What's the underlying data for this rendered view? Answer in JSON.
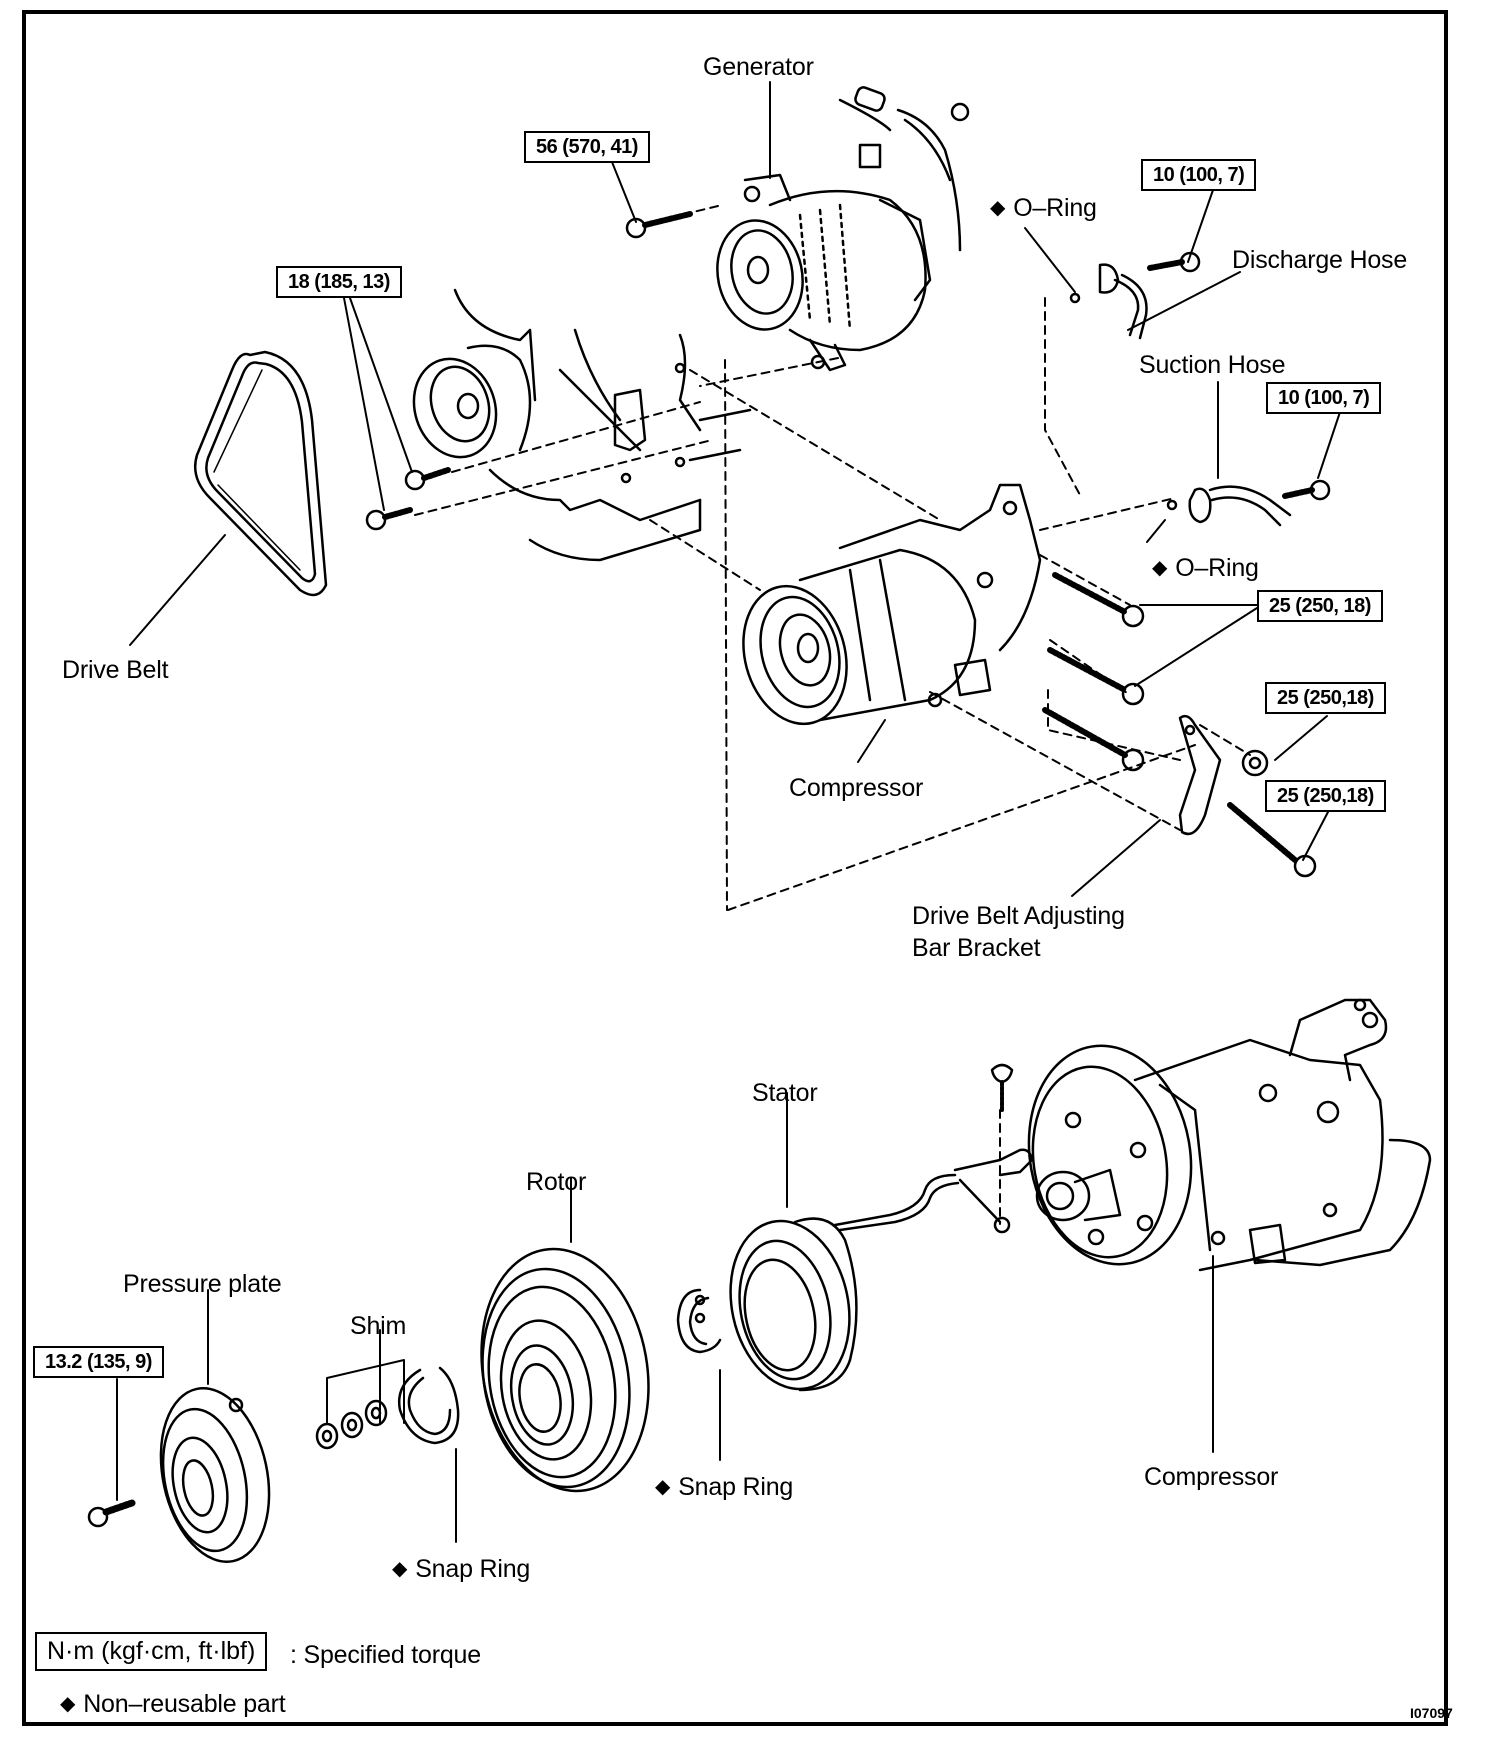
{
  "figure_id": "I07097",
  "part_labels": {
    "generator": "Generator",
    "o_ring_upper": "O–Ring",
    "discharge_hose": "Discharge Hose",
    "suction_hose": "Suction Hose",
    "o_ring_lower": "O–Ring",
    "drive_belt": "Drive Belt",
    "compressor_top": "Compressor",
    "adjusting_bracket_line1": "Drive Belt Adjusting",
    "adjusting_bracket_line2": "Bar Bracket",
    "stator": "Stator",
    "rotor": "Rotor",
    "pressure_plate": "Pressure plate",
    "shim": "Shim",
    "snap_ring_stator": "Snap Ring",
    "snap_ring_shim": "Snap Ring",
    "compressor_bottom": "Compressor"
  },
  "non_reusable_marker": "◆",
  "torque_specs": {
    "generator_bolt": "56 (570, 41)",
    "crank_bolts": "18 (185, 13)",
    "discharge_hose_bolt": "10 (100, 7)",
    "suction_hose_bolt": "10 (100, 7)",
    "compressor_bolts": "25 (250, 18)",
    "bracket_nut": "25 (250,18)",
    "bracket_bolt": "25 (250,18)",
    "pressure_plate_bolt": "13.2 (135, 9)"
  },
  "legend": {
    "torque_units": "N·m (kgf·cm, ft·lbf)",
    "torque_meaning": ": Specified torque",
    "non_reusable": "Non–reusable part"
  }
}
